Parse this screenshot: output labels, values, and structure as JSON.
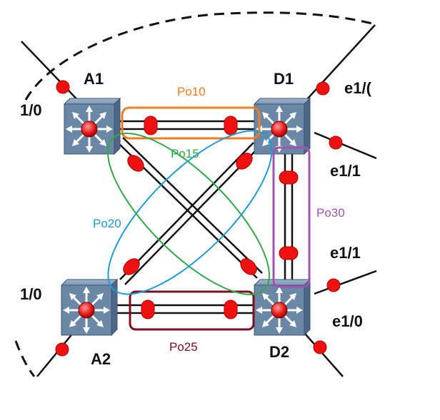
{
  "devices": [
    {
      "id": "A1",
      "label": "A1"
    },
    {
      "id": "D1",
      "label": "D1"
    },
    {
      "id": "A2",
      "label": "A2"
    },
    {
      "id": "D2",
      "label": "D2"
    }
  ],
  "ports": {
    "a1_left": "1/0",
    "d1_right_top": "e1/(",
    "d1_right_mid": "e1/1",
    "d2_right_top": "e1/1",
    "a2_left": "1/0",
    "d2_right_bottom": "e1/0"
  },
  "port_channels": [
    {
      "id": "po10",
      "label": "Po10",
      "color": "#f07d22"
    },
    {
      "id": "po15",
      "label": "Po15",
      "color": "#33a84a"
    },
    {
      "id": "po20",
      "label": "Po20",
      "color": "#1f9ad6"
    },
    {
      "id": "po30",
      "label": "Po30",
      "color": "#a054b0"
    },
    {
      "id": "po25",
      "label": "Po25",
      "color": "#7a1020"
    }
  ],
  "colors": {
    "switch_body": "#6b87a6",
    "switch_dark": "#4f6a89",
    "led": "#ee1111",
    "link": "#222222"
  }
}
